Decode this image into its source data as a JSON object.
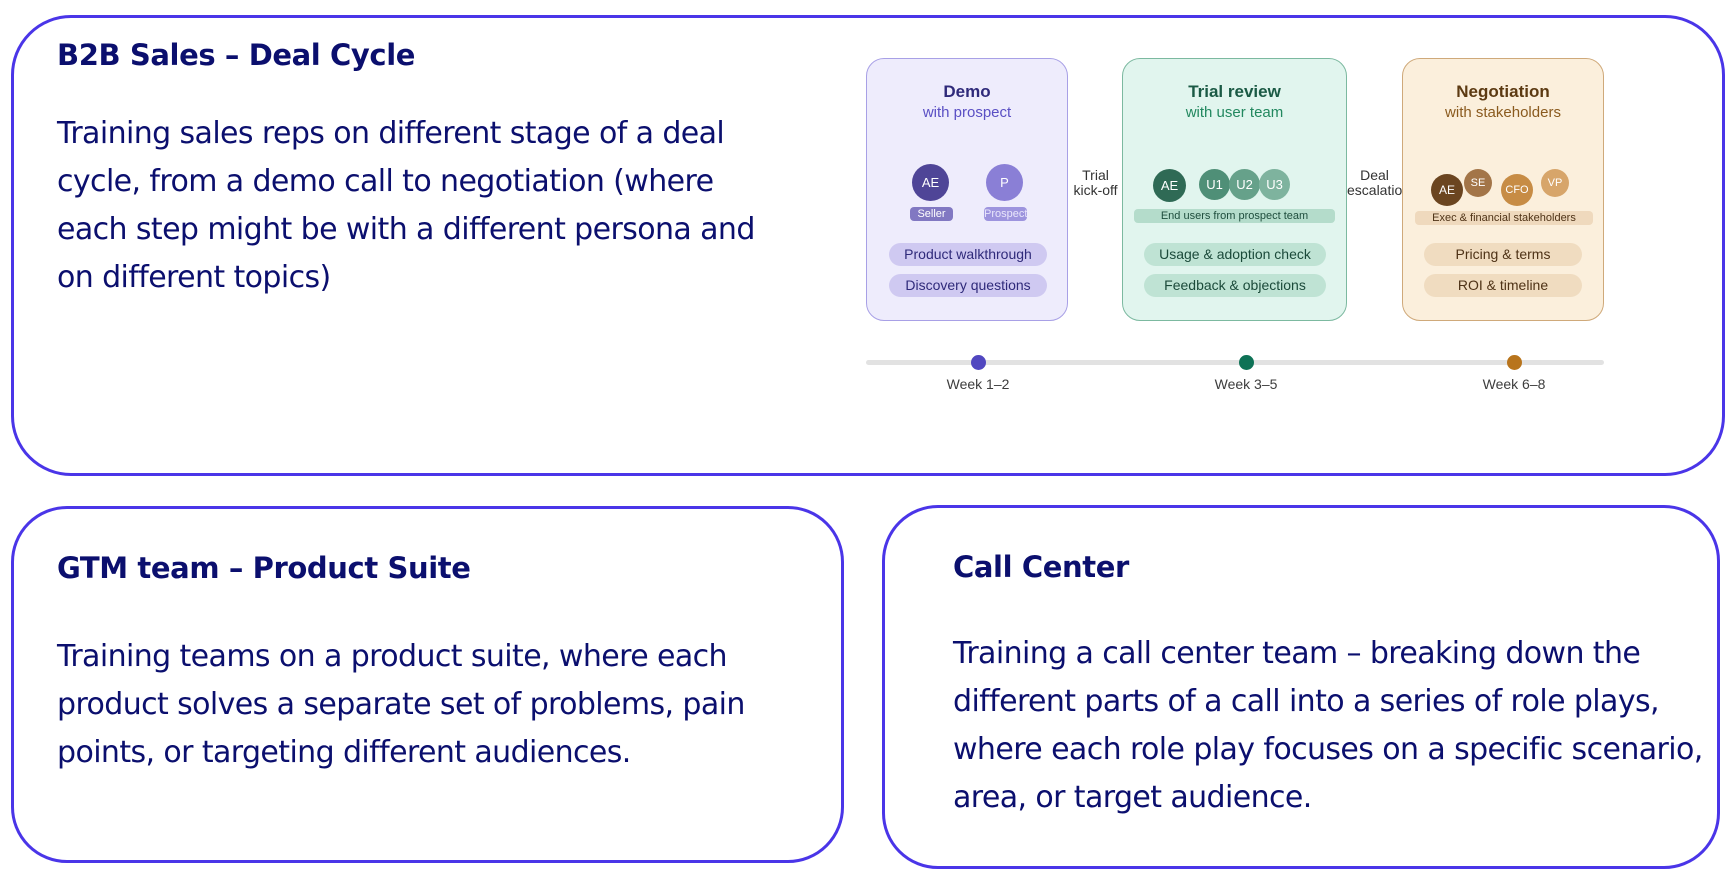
{
  "panels": {
    "b2b": {
      "title": "B2B Sales – Deal Cycle",
      "description": "Training sales reps on different stage of a deal cycle, from a demo call to negotiation (where each step might be with a different persona and on different topics)"
    },
    "gtm": {
      "title": "GTM team – Product Suite",
      "description": "Training teams on a product suite, where each product solves a separate set of problems, pain points, or targeting different audiences."
    },
    "call_center": {
      "title": "Call Center",
      "description": "Training a call center team – breaking down the different parts of a call into a series of role plays, where each role play focuses on a specific scenario, area, or target audience."
    }
  },
  "diagram": {
    "stages": [
      {
        "title": "Demo",
        "subtitle": "with prospect",
        "avatars": [
          "AE",
          "P"
        ],
        "role_tags": [
          "Seller",
          "Prospect"
        ],
        "topics": [
          "Product walkthrough",
          "Discovery questions"
        ],
        "color": "#5a4fc4"
      },
      {
        "title": "Trial review",
        "subtitle": "with user team",
        "avatars": [
          "AE",
          "U1",
          "U2",
          "U3"
        ],
        "group_tag": "End users from prospect team",
        "topics": [
          "Usage & adoption check",
          "Feedback & objections"
        ],
        "color": "#0e7256"
      },
      {
        "title": "Negotiation",
        "subtitle": "with stakeholders",
        "avatars": [
          "AE",
          "SE",
          "CFO",
          "VP"
        ],
        "group_tag": "Exec & financial stakeholders",
        "topics": [
          "Pricing & terms",
          "ROI & timeline"
        ],
        "color": "#b8741c"
      }
    ],
    "transitions": [
      {
        "line1": "Trial",
        "line2": "kick-off"
      },
      {
        "line1": "Deal",
        "line2": "escalation"
      }
    ],
    "timeline": [
      "Week 1–2",
      "Week 3–5",
      "Week 6–8"
    ]
  }
}
